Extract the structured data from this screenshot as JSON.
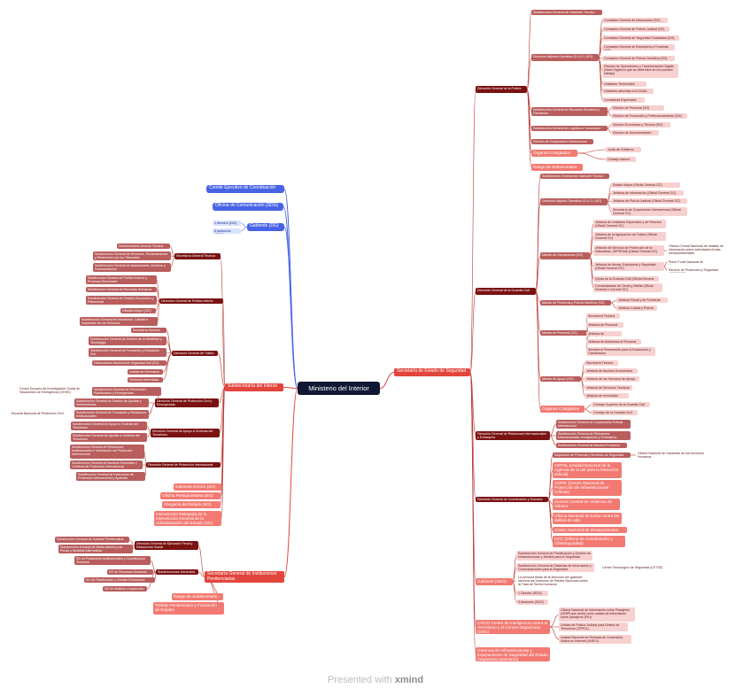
{
  "root": "Ministerio del Interior",
  "footer": {
    "prefix": "Presented with",
    "brand": "xmind"
  },
  "nodes": [
    {
      "t": "Dirección General de la Policía",
      "c": "dark",
      "p": "ses"
    },
    {
      "t": "Subdirección General del Gabinete Técnico",
      "c": "mid",
      "p": "dgp"
    },
    {
      "t": "Dirección Adjunta Operativa (D.A.O.) (SG)",
      "c": "mid",
      "p": "dgp"
    },
    {
      "t": "Comisaría General de Información (SG)",
      "c": "light",
      "p": "dao"
    },
    {
      "t": "Comisaría General de Policía Judicial (SG)",
      "c": "light",
      "p": "dao"
    },
    {
      "t": "Comisaría General de Seguridad Ciudadana (SG)",
      "c": "light",
      "p": "dao"
    },
    {
      "t": "Comisaría General de Extranjería y Fronteras (SG)",
      "c": "light",
      "p": "dao"
    },
    {
      "t": "Comisaría General de Policía Científica (SG)",
      "c": "light",
      "p": "dao"
    },
    {
      "t": "División de Operaciones y Transformación Digital (Nivel Orgánico que se determine en los puestos trabajo)",
      "c": "light",
      "p": "dao"
    },
    {
      "t": "Unidades Territoriales",
      "c": "light",
      "p": "dao"
    },
    {
      "t": "Unidades adscritas a la DOAA",
      "c": "light",
      "p": "dao"
    },
    {
      "t": "Comisarías Especiales",
      "c": "light",
      "p": "dao"
    },
    {
      "t": "Subdirección General de Recursos Humanos y Formación",
      "c": "mid",
      "p": "dgp"
    },
    {
      "t": "División de Personal (SG)",
      "c": "light",
      "p": "rh"
    },
    {
      "t": "División de Formación y Perfeccionamiento (SG)",
      "c": "light",
      "p": "rh"
    },
    {
      "t": "Subdirección General de Logística e Innovación",
      "c": "mid",
      "p": "dgp"
    },
    {
      "t": "División Económica y Técnica (SG)",
      "c": "light",
      "p": "log"
    },
    {
      "t": "División de Documentación",
      "c": "light",
      "p": "log"
    },
    {
      "t": "División de Cooperación Internacional",
      "c": "mid",
      "p": "dgp"
    },
    {
      "t": "Órganos Colegiados",
      "c": "salmon",
      "p": "dgp"
    },
    {
      "t": "Junta de Gobierno",
      "c": "light",
      "p": "oc1"
    },
    {
      "t": "Consejo Asesor",
      "c": "light",
      "p": "oc1"
    },
    {
      "t": "Rango de Subsecretario",
      "c": "salmon",
      "p": "dgp"
    },
    {
      "t": "Dirección General de la Guardia Civil",
      "c": "dark",
      "p": "ses"
    },
    {
      "t": "Subdirección General del Gabinete Técnico",
      "c": "mid",
      "p": "dgc"
    },
    {
      "t": "Dirección Adjunta Operativa (D.A.O.) (SG)",
      "c": "mid",
      "p": "dgc"
    },
    {
      "t": "Estado Mayor (Oficial General GC)",
      "c": "light",
      "p": "dao2"
    },
    {
      "t": "Jefatura de Información (Oficial General GC)",
      "c": "light",
      "p": "dao2"
    },
    {
      "t": "Jefatura de Policía Judicial (Oficial General GC)",
      "c": "light",
      "p": "dao2"
    },
    {
      "t": "Secretaría de Cooperación Internacional (Oficial General GC)",
      "c": "light",
      "p": "dao2"
    },
    {
      "t": "Mando de Operaciones (SG)",
      "c": "mid",
      "p": "dgc"
    },
    {
      "t": "Jefatura de Unidades Especiales y de Reserva (Oficial General GC)",
      "c": "light",
      "p": "mop"
    },
    {
      "t": "Jefatura de la Agrupación de Tráfico (Oficial General GC)",
      "c": "light",
      "p": "mop"
    },
    {
      "t": "Jefatura del Servicio de Protección de la Naturaleza, SEPRONA (Oficial General GC)",
      "c": "light",
      "p": "mop"
    },
    {
      "t": "Oficina Central Nacional de análisis de información sobre actividades ilícitas medioambientales",
      "c": "plain",
      "p": "sep"
    },
    {
      "t": "Jefatura de Armas, Explosivos y Seguridad (Oficial General GC)",
      "c": "light",
      "p": "mop"
    },
    {
      "t": "Punto Focal Nacional de Armas",
      "c": "plain",
      "p": "arm"
    },
    {
      "t": "Servicio de Protección y Seguridad (SEPROSE)",
      "c": "plain",
      "p": "arm"
    },
    {
      "t": "Zonas de la Guardia Civil (Oficial General GC)",
      "c": "light",
      "p": "mop"
    },
    {
      "t": "Comandancias de Ceuta y Melilla (Oficial General o Coronel GC)",
      "c": "light",
      "p": "mop"
    },
    {
      "t": "Mando de Fronteras y Policía Marítima (SG)",
      "c": "mid",
      "p": "dgc"
    },
    {
      "t": "Jefatura Fiscal y de Fronteras",
      "c": "light",
      "p": "mfr"
    },
    {
      "t": "Jefatura Costas y Policía",
      "c": "light",
      "p": "mfr"
    },
    {
      "t": "Mando de Personal (SG)",
      "c": "mid",
      "p": "dgc"
    },
    {
      "t": "Secretaría Técnica",
      "c": "light",
      "p": "mpe"
    },
    {
      "t": "Jefatura de Personal",
      "c": "light",
      "p": "mpe"
    },
    {
      "t": "Jefatura de Enseñanza",
      "c": "light",
      "p": "mpe"
    },
    {
      "t": "Jefatura de Asistencia al Personal",
      "c": "light",
      "p": "mpe"
    },
    {
      "t": "Secretaría Permanente para la Evaluación y Clasificación",
      "c": "light",
      "p": "mpe"
    },
    {
      "t": "Mando de Apoyo (SG)",
      "c": "mid",
      "p": "dgc"
    },
    {
      "t": "Secretaría Técnica",
      "c": "light",
      "p": "map"
    },
    {
      "t": "Jefatura de Asuntos Económicos",
      "c": "light",
      "p": "map"
    },
    {
      "t": "Jefatura de los Servicios de Apoyo",
      "c": "light",
      "p": "map"
    },
    {
      "t": "Jefatura de Servicios Técnicos",
      "c": "light",
      "p": "map"
    },
    {
      "t": "Jefatura de Innovación Digital",
      "c": "light",
      "p": "map"
    },
    {
      "t": "Órganos Colegiados",
      "c": "salmon",
      "p": "dgc"
    },
    {
      "t": "Consejo Superior de la Guardia Civil",
      "c": "light",
      "p": "oc2"
    },
    {
      "t": "Consejo de la Guardia Civil",
      "c": "light",
      "p": "oc2"
    },
    {
      "t": "Dirección General de Relaciones Internacionales y Extranjería",
      "c": "dark",
      "p": "ses"
    },
    {
      "t": "Subdirección General de Cooperación Policial Internacional",
      "c": "mid",
      "p": "dgri"
    },
    {
      "t": "Subdirección General de Relaciones Internacionales, Inmigración y Extranjería",
      "c": "mid",
      "p": "dgri"
    },
    {
      "t": "Subdirección General de Asuntos Europeos",
      "c": "mid",
      "p": "dgri"
    },
    {
      "t": "Dirección General de Coordinación y Estudios",
      "c": "dark",
      "p": "ses"
    },
    {
      "t": "Inspección de Personal y Servicios de Seguridad",
      "c": "mid",
      "p": "dgce"
    },
    {
      "t": "Oficina Nacional de Garantías de los Derechos Humanos",
      "c": "plain",
      "p": "insp"
    },
    {
      "t": "CEPOL (Unidad Nacional de la Agencia de la UE para la formación policial)",
      "c": "salmon",
      "p": "dgce"
    },
    {
      "t": "CNPIC (Centro Nacional de Protección de Infraestructuras Críticas)",
      "c": "salmon",
      "p": "dgce"
    },
    {
      "t": "Servicio Central de Violencia de Género",
      "c": "salmon",
      "p": "dgce"
    },
    {
      "t": "Oficina Nacional de lucha contra los delitos de odio",
      "c": "salmon",
      "p": "dgce"
    },
    {
      "t": "Centro Nacional de Desapariciones",
      "c": "salmon",
      "p": "dgce"
    },
    {
      "t": "OCC (Oficina de Coordinación y Ciberseguridad)",
      "c": "salmon",
      "p": "dgce"
    },
    {
      "t": "Gabinete (SDG)",
      "c": "salmon",
      "p": "ses"
    },
    {
      "t": "Subdirección General de Planificación y Gestión de Infraestructuras y Medios para la Seguridad",
      "c": "light",
      "p": "gses"
    },
    {
      "t": "Subdirección General de Sistemas de Información y Comunicaciones para la Seguridad",
      "c": "light",
      "p": "gses"
    },
    {
      "t": "Centro Tecnológico de Seguridad (CETSE)",
      "c": "plain",
      "p": "sis"
    },
    {
      "t": "La persona titular de la dirección del gabinete ejercerá las funciones de Relator Nacional contra la Trata de Seres Humanos",
      "c": "plain",
      "p": "gses"
    },
    {
      "t": "1 Director (SDG)",
      "c": "light",
      "p": "gses"
    },
    {
      "t": "5 Asesores (SDG)",
      "c": "light",
      "p": "gses"
    },
    {
      "t": "CITCO Centro de Inteligencia contra el Terrorismo y el Crimen Organizado (SDG)",
      "c": "salmon",
      "p": "ses"
    },
    {
      "t": "Oficina Nacional de Información sobre Pasajeros (ONIP) que actúa como unidad de información sobre pasajeros (PIU)",
      "c": "light",
      "p": "cit"
    },
    {
      "t": "Unidad de Policía Judicial para Delitos de Terrorismo (TEPOL)",
      "c": "light",
      "p": "cit"
    },
    {
      "t": "Unidad Nacional de Retirada de Contenidos Ilícitos en Internet (UNECI)",
      "c": "light",
      "p": "cit"
    },
    {
      "t": "Gerencia de Infraestructuras y Equipamiento de Seguridad del Estado (organismo autónomo)",
      "c": "salmon",
      "p": "ses"
    },
    {
      "t": "Secretaría de Estado de Seguridad",
      "c": "red",
      "p": "root"
    },
    {
      "t": "Comité Ejecutivo de Coordinación",
      "c": "blue",
      "p": "root"
    },
    {
      "t": "Oficina de Comunicación (SDG)",
      "c": "blue",
      "p": "root"
    },
    {
      "t": "Gabinete (DG)",
      "c": "blue",
      "p": "root"
    },
    {
      "t": "1 director (DG)",
      "c": "lblue",
      "p": "gab"
    },
    {
      "t": "5 asesores (SDG)",
      "c": "lblue",
      "p": "gab"
    },
    {
      "t": "Subsecretaría del Interior",
      "c": "red",
      "p": "root"
    },
    {
      "t": "Secretaría General Técnica",
      "c": "dark",
      "p": "sub"
    },
    {
      "t": "Vicesecretaría General Técnica",
      "c": "mid",
      "p": "sgt"
    },
    {
      "t": "Subdirección General de Recursos, Reclamaciones y Relaciones con los Tribunales",
      "c": "mid",
      "p": "sgt"
    },
    {
      "t": "Subdirección General de Asociaciones, Archivos y Documentación",
      "c": "mid",
      "p": "sgt"
    },
    {
      "t": "Dirección General de Política Interior",
      "c": "dark",
      "p": "sub"
    },
    {
      "t": "Subdirección General de Política Interior y Procesos Electorales",
      "c": "mid",
      "p": "dgpi"
    },
    {
      "t": "Subdirección General de Recursos Humanos",
      "c": "mid",
      "p": "dgpi"
    },
    {
      "t": "Subdirección General de Gestión Económica y Patrimonial",
      "c": "mid",
      "p": "dgpi"
    },
    {
      "t": "Oficialía Mayor (SG)",
      "c": "mid",
      "p": "dgpi"
    },
    {
      "t": "Subdirección General de Innovación, Calidad e Inspección de los Servicios",
      "c": "mid",
      "p": "dgpi"
    },
    {
      "t": "Dirección General de Tráfico",
      "c": "dark",
      "p": "sub"
    },
    {
      "t": "Secretaría General",
      "c": "mid",
      "p": "dgt"
    },
    {
      "t": "Subdirección General de Gestión de la Movilidad y Tecnología",
      "c": "mid",
      "p": "dgt"
    },
    {
      "t": "Subdirección General de Formación y Educación Vial",
      "c": "mid",
      "p": "dgt"
    },
    {
      "t": "Observatorio Nacional de Seguridad Vial (SG)",
      "c": "mid",
      "p": "dgt"
    },
    {
      "t": "Unidad de Normativa",
      "c": "mid",
      "p": "dgt"
    },
    {
      "t": "Gerencia Informática",
      "c": "mid",
      "p": "dgt"
    },
    {
      "t": "Dirección General de Protección Civil y Emergencias",
      "c": "dark",
      "p": "sub"
    },
    {
      "t": "Subdirección General de Prevención, Planificación y Emergencias",
      "c": "mid",
      "p": "dgpc"
    },
    {
      "t": "Centro Europeo de Investigación Social de Situaciones de Emergencia (CEISE)",
      "c": "plain",
      "p": "prev"
    },
    {
      "t": "Subdirección General de Gestión de Ayudas y Subvenciones",
      "c": "mid",
      "p": "dgpc"
    },
    {
      "t": "Subdirección General de Formación y Relaciones Institucionales",
      "c": "mid",
      "p": "dgpc"
    },
    {
      "t": "Escuela Nacional de Protección Civil",
      "c": "plain",
      "p": "form"
    },
    {
      "t": "Dirección General de Apoyo a Víctimas del Terrorismo",
      "c": "dark",
      "p": "sub"
    },
    {
      "t": "Subdirección General de Apoyo a Víctimas del Terrorismo",
      "c": "mid",
      "p": "dgav"
    },
    {
      "t": "Subdirección General de Ayudas a Víctimas del Terrorismo",
      "c": "mid",
      "p": "dgav"
    },
    {
      "t": "Dirección General de Protección Internacional",
      "c": "dark",
      "p": "sub"
    },
    {
      "t": "Subdirección General de Relaciones Institucionales e Información de Protección Internacional",
      "c": "mid",
      "p": "dgpin"
    },
    {
      "t": "Subdirección General de Asuntos Generales y Jurídicos de Protección Internacional",
      "c": "mid",
      "p": "dgpin"
    },
    {
      "t": "Subdirección General de Instrucción de Protección Internacional y Apatridia",
      "c": "mid",
      "p": "dgpin"
    },
    {
      "t": "Gabinete técnico (SG)",
      "c": "salmon",
      "p": "sub"
    },
    {
      "t": "Oficina Presupuestaria (SG)",
      "c": "salmon",
      "p": "sub"
    },
    {
      "t": "Abogacía del Estado (SG)",
      "c": "salmon",
      "p": "sub"
    },
    {
      "t": "Intervención Delegada de la Intervención General de la Administración del Estado (SG)",
      "c": "salmon",
      "p": "sub"
    },
    {
      "t": "Secretaría General de Instituciones Penitenciarias",
      "c": "red",
      "p": "root"
    },
    {
      "t": "Dirección General de Ejecución Penal y Reinserción Social",
      "c": "dark",
      "p": "sgip"
    },
    {
      "t": "Subdirección General de Sanidad Penitenciaria",
      "c": "mid",
      "p": "dgep"
    },
    {
      "t": "Subdirección General de Medio Abierto y de Penas y Medidas Alternativas",
      "c": "mid",
      "p": "dgep"
    },
    {
      "t": "Subdirecciones Generales",
      "c": "dark",
      "p": "sgip"
    },
    {
      "t": "SG de Relaciones Institucionales y Coordinación Territorial",
      "c": "mid",
      "p": "sdg"
    },
    {
      "t": "SG de Recursos Humanos",
      "c": "mid",
      "p": "sdg"
    },
    {
      "t": "SG de Planificación y Gestión Económica",
      "c": "mid",
      "p": "sdg"
    },
    {
      "t": "SG de Análisis e Inspección",
      "c": "mid",
      "p": "sdg"
    },
    {
      "t": "Rango de Subsecretario",
      "c": "salmon",
      "p": "sgip"
    },
    {
      "t": "Trabajo Penitenciario y Formación de Empleo",
      "c": "salmon",
      "p": "sgip"
    }
  ]
}
